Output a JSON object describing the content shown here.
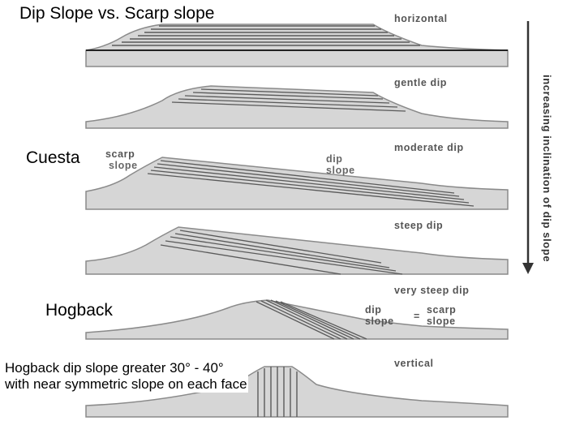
{
  "title": "Dip Slope vs. Scarp slope",
  "side_labels": {
    "cuesta": "Cuesta",
    "hogback": "Hogback"
  },
  "note": "Hogback dip slope greater 30° - 40° with near symmetric slope on each  face",
  "stages": [
    {
      "label": "horizontal"
    },
    {
      "label": "gentle dip"
    },
    {
      "label": "moderate dip"
    },
    {
      "label": "steep dip"
    },
    {
      "label": "very steep dip"
    },
    {
      "label": "vertical"
    }
  ],
  "inline_labels": {
    "scarp_line1": "scarp",
    "scarp_line2": "slope",
    "dip_line1": "dip",
    "dip_line2": "slope",
    "vs_dip_line1": "dip",
    "vs_dip_line2": "slope",
    "vs_equals": "=",
    "vs_scarp_line1": "scarp",
    "vs_scarp_line2": "slope"
  },
  "arrow_label": "increasing inclination of dip slope",
  "colors": {
    "ground_fill": "#d6d6d6",
    "ground_stroke": "#8a8a8a",
    "strata": "#5a5a5a",
    "arrow": "#333333"
  }
}
